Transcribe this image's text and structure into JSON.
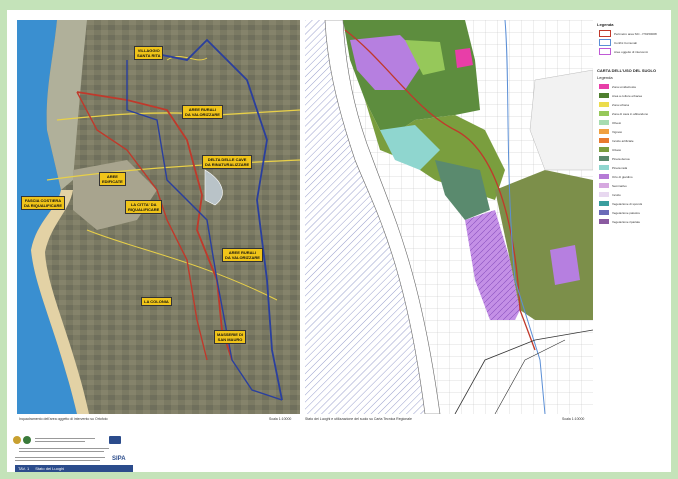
{
  "left_map": {
    "labels": [
      {
        "text": "VILLAGGIO\nSANTA RITA"
      },
      {
        "text": "AREE RURALI\nDA VALORIZZARE"
      },
      {
        "text": "DELTA DELLE CAVE\nDA RINATURALIZZARE"
      },
      {
        "text": "AREE\nEDIFICATE"
      },
      {
        "text": "FASCIA COSTIERA\nDA RIQUALIFICARE"
      },
      {
        "text": "LA CITTA' DA\nRIQUALIFICARE"
      },
      {
        "text": "AREE RURALI\nDA VALORIZZARE"
      },
      {
        "text": "LA COLONIA"
      },
      {
        "text": "MASSERIE DI\nSAN MAURO"
      }
    ],
    "caption": "Inquadramento dell'area oggetto di intervento su Ortofoto",
    "scale": "Scala 1:10000"
  },
  "right_map": {
    "caption": "Stato dei Luoghi e utilizzazione del suolo su Carta Tecnica Regionale",
    "scale": "Scala 1:10000"
  },
  "legend": {
    "title": "Legenda",
    "items": [
      {
        "label": "Perimetro area SIC - IT9150008",
        "color": "#c0392b"
      },
      {
        "label": "Confini Comunali",
        "color": "#5b8fd6"
      },
      {
        "label": "Aree oggetto di intervento",
        "color": "#c05ad6"
      }
    ],
    "land_use_title": "CARTA DELL'USO DEL SUOLO",
    "land_use_subtitle": "Legenda",
    "land_use": [
      {
        "label": "Zona umida/costa",
        "color": "#e83ea8"
      },
      {
        "label": "Area a colture erbacee",
        "color": "#4e7e2e"
      },
      {
        "label": "Zona urbana",
        "color": "#ecdc4c"
      },
      {
        "label": "Zona di cava in abbandono",
        "color": "#96c85a"
      },
      {
        "label": "Oliveto",
        "color": "#a6dcb0"
      },
      {
        "label": "Vigneto",
        "color": "#f0a040"
      },
      {
        "label": "Incolto artificiale",
        "color": "#e87a2e"
      },
      {
        "label": "Uliveto",
        "color": "#7a9e3e"
      },
      {
        "label": "Pineta densa",
        "color": "#5a8a6e"
      },
      {
        "label": "Pineta rada",
        "color": "#8fd6cf"
      },
      {
        "label": "Orto di giardino",
        "color": "#b57ad6"
      },
      {
        "label": "Seminativo",
        "color": "#d6a8e0"
      },
      {
        "label": "Incolto",
        "color": "#e8d8f0"
      },
      {
        "label": "Vegetazione di sponda",
        "color": "#3a9e9e"
      },
      {
        "label": "Vegetazione palustre",
        "color": "#6a6ab8"
      },
      {
        "label": "Vegetazione ripariale",
        "color": "#8a5aa0"
      }
    ]
  },
  "title_block": {
    "tav": "TAV. 1",
    "title": "Stato dei Luoghi",
    "brand": "SIPA"
  },
  "colors": {
    "page_background": "#c4e3b9",
    "sea": "#3a8fd0",
    "red_boundary": "#c0392b",
    "blue_boundary": "#2a3f9e",
    "yellow_roads": "#e8d048"
  }
}
